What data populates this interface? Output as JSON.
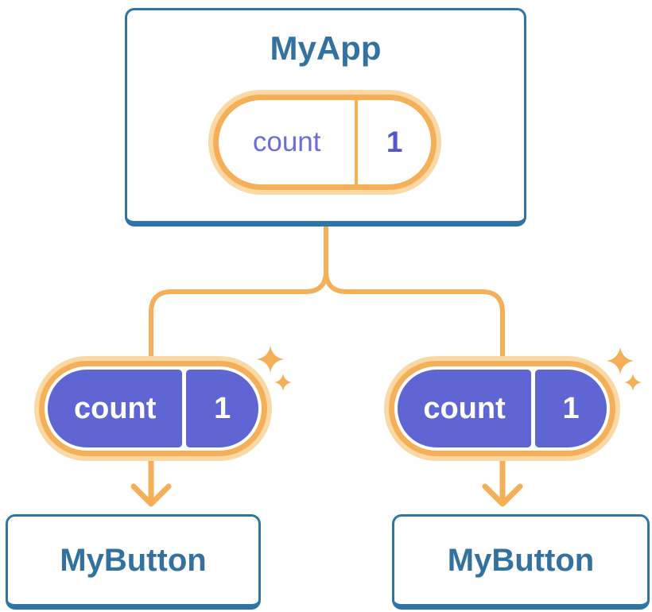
{
  "tree": {
    "root": {
      "title": "MyApp",
      "state": {
        "name": "count",
        "value": "1"
      }
    },
    "left_child": {
      "title": "MyButton",
      "prop": {
        "name": "count",
        "value": "1"
      }
    },
    "right_child": {
      "title": "MyButton",
      "prop": {
        "name": "count",
        "value": "1"
      }
    }
  },
  "icons": {
    "sparkle_icon": "✦",
    "arrow_down_icon": "↓"
  },
  "colors": {
    "card_border": "#2E75A5",
    "card_bg": "#FFFFFF",
    "title_text": "#33719F",
    "orange": "#F5AF58",
    "orange_halo": "#FBD9A4",
    "purple": "#5F66D3",
    "state_name_text": "#6B6EDC",
    "state_value_text": "#5356CE",
    "pill_text_on_purple": "#FFFFFF"
  }
}
